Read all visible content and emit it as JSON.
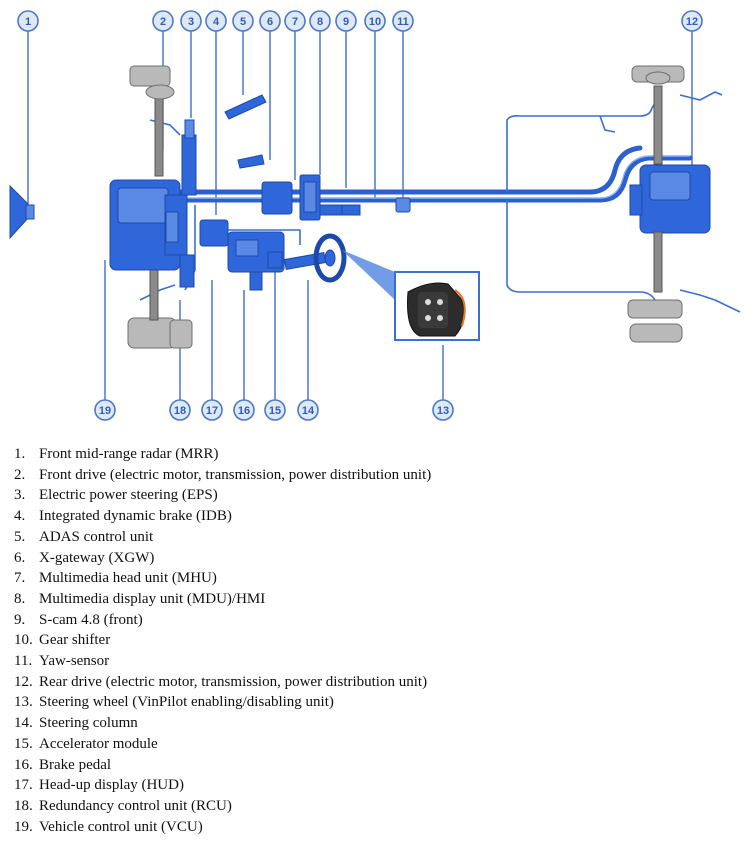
{
  "callouts": [
    "1",
    "2",
    "3",
    "4",
    "5",
    "6",
    "7",
    "8",
    "9",
    "10",
    "11",
    "12",
    "13",
    "14",
    "15",
    "16",
    "17",
    "18",
    "19"
  ],
  "legend": [
    {
      "num": "1.",
      "text": "Front mid-range radar (MRR)"
    },
    {
      "num": "2.",
      "text": "Front drive (electric motor, transmission, power distribution unit)"
    },
    {
      "num": "3.",
      "text": "Electric power steering (EPS)"
    },
    {
      "num": "4.",
      "text": "Integrated dynamic brake (IDB)"
    },
    {
      "num": "5.",
      "text": "ADAS control unit"
    },
    {
      "num": "6.",
      "text": "X-gateway (XGW)"
    },
    {
      "num": "7.",
      "text": "Multimedia head unit (MHU)"
    },
    {
      "num": "8.",
      "text": "Multimedia display unit (MDU)/HMI"
    },
    {
      "num": "9.",
      "text": "S-cam 4.8 (front)"
    },
    {
      "num": "10.",
      "text": "Gear shifter"
    },
    {
      "num": "11.",
      "text": "Yaw-sensor"
    },
    {
      "num": "12.",
      "text": "Rear drive (electric motor, transmission, power distribution unit)"
    },
    {
      "num": "13.",
      "text": "Steering wheel (VinPilot enabling/disabling unit)"
    },
    {
      "num": "14.",
      "text": "Steering column"
    },
    {
      "num": "15.",
      "text": "Accelerator module"
    },
    {
      "num": "16.",
      "text": "Brake pedal"
    },
    {
      "num": "17.",
      "text": "Head-up display (HUD)"
    },
    {
      "num": "18.",
      "text": "Redundancy control unit (RCU)"
    },
    {
      "num": "19.",
      "text": "Vehicle control unit (VCU)"
    }
  ],
  "colors": {
    "accent": "#2f66d9",
    "callout_fill": "#dfe8f7",
    "callout_stroke": "#4a79c9"
  }
}
